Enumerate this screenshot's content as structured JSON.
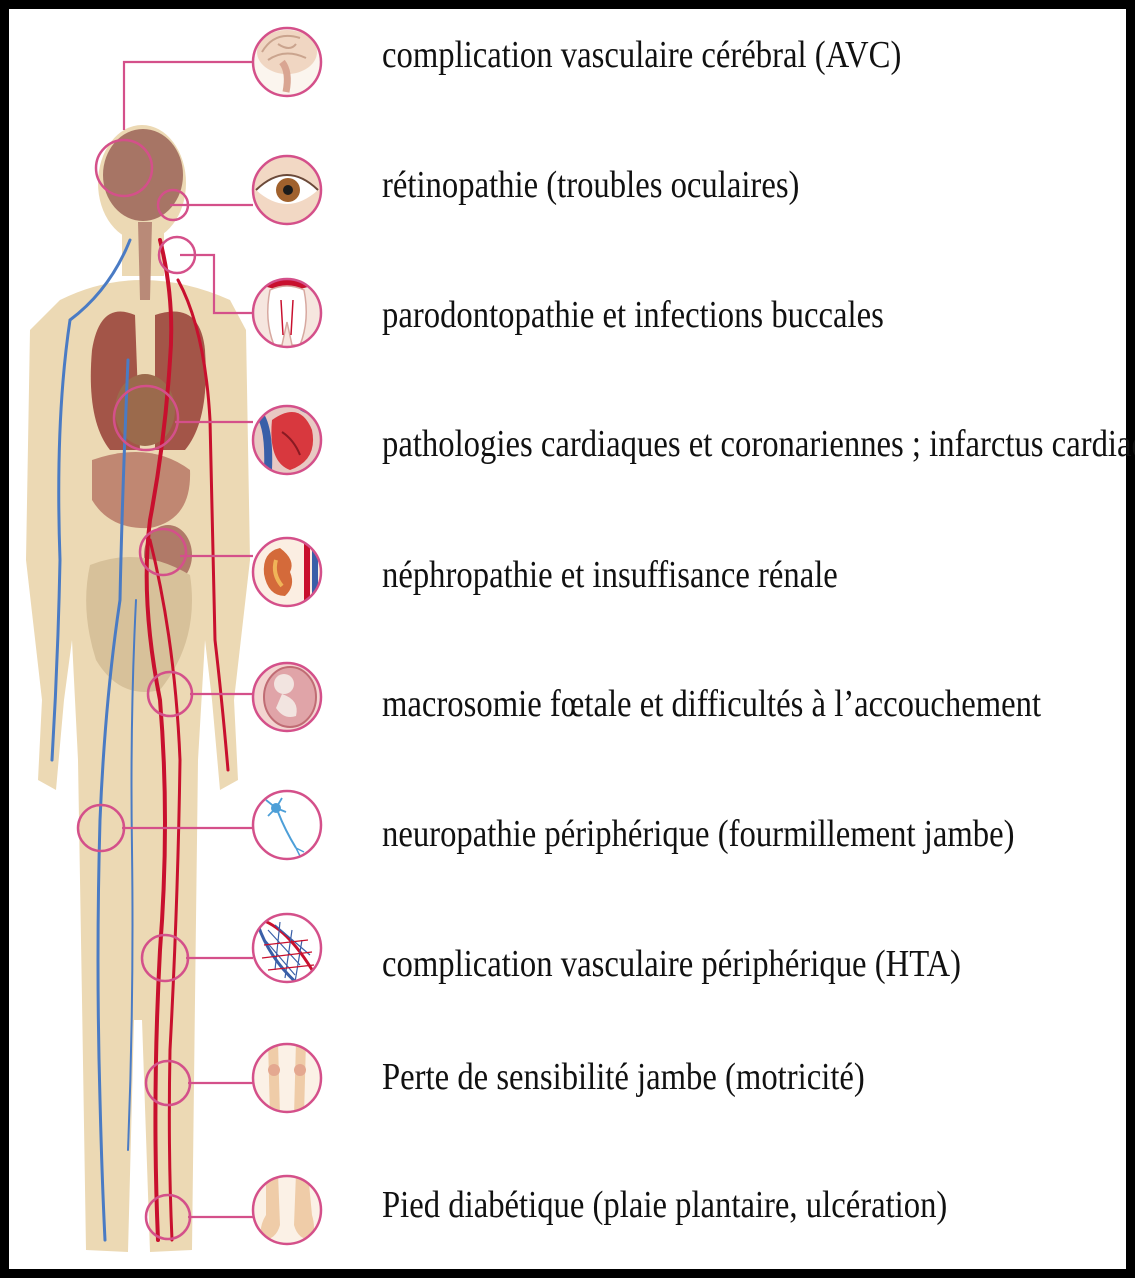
{
  "complications": [
    {
      "id": "brain",
      "label": "complication vasculaire cérébral (AVC)",
      "icon": "brain-icon"
    },
    {
      "id": "eye",
      "label": "rétinopathie (troubles oculaires)",
      "icon": "eye-icon"
    },
    {
      "id": "teeth",
      "label": "parodontopathie et  infections buccales",
      "icon": "tooth-icon"
    },
    {
      "id": "heart",
      "label": "pathologies cardiaques et coronariennes ; infarctus cardiaque",
      "icon": "heart-icon"
    },
    {
      "id": "kidney",
      "label": "néphropathie et insuffisance rénale",
      "icon": "kidney-icon"
    },
    {
      "id": "fetus",
      "label": "macrosomie fœtale et difficultés à l’accouchement",
      "icon": "fetus-icon"
    },
    {
      "id": "nerve",
      "label": "neuropathie périphérique (fourmillement jambe)",
      "icon": "neuron-icon"
    },
    {
      "id": "vessels",
      "label": "complication vasculaire périphérique (HTA)",
      "icon": "blood-vessels-icon"
    },
    {
      "id": "legs",
      "label": "Perte de sensibilité jambe (motricité)",
      "icon": "legs-icon"
    },
    {
      "id": "foot",
      "label": "Pied diabétique (plaie plantaire, ulcération)",
      "icon": "foot-icon"
    }
  ],
  "colors": {
    "connector": "#d4508a",
    "skin": "#ecd9b4",
    "organ": "#b07a68",
    "artery": "#c8102e",
    "vein": "#4a7bc4"
  }
}
